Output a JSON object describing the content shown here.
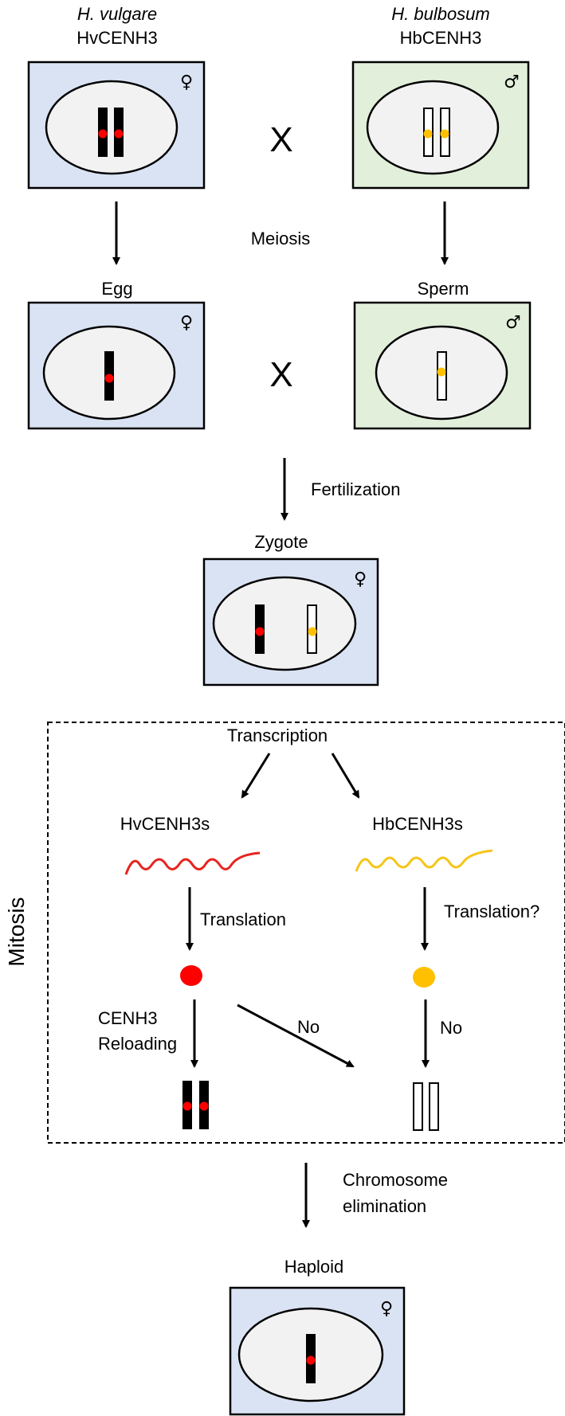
{
  "parents": {
    "left": {
      "species": "H. vulgare",
      "gene": "HvCENH3",
      "sex_symbol": "♀"
    },
    "right": {
      "species": "H. bulbosum",
      "gene": "HbCENH3",
      "sex_symbol": "♂"
    },
    "cross_symbol": "X"
  },
  "meiosis_label": "Meiosis",
  "gametes": {
    "left": {
      "label": "Egg",
      "sex_symbol": "♀"
    },
    "right": {
      "label": "Sperm",
      "sex_symbol": "♂"
    },
    "cross_symbol": "X"
  },
  "fertilization_label": "Fertilization",
  "zygote": {
    "label": "Zygote",
    "sex_symbol": "♀"
  },
  "mitosis_box": {
    "side_label": "Mitosis",
    "transcription_label": "Transcription",
    "left_transcript": "HvCENH3s",
    "right_transcript": "HbCENH3s",
    "left_translation": "Translation",
    "right_translation": "Translation?",
    "reloading_line1": "CENH3",
    "reloading_line2": "Reloading",
    "no_label_diag": "No",
    "no_label_right": "No"
  },
  "elimination_line1": "Chromosome",
  "elimination_line2": "elimination",
  "haploid": {
    "label": "Haploid",
    "sex_symbol": "♀"
  },
  "colors": {
    "female_cell_bg": "#dae3f3",
    "male_cell_bg": "#e2efda",
    "nucleus_fill": "#f2f2f2",
    "hv_centromere": "#ff0000",
    "hb_centromere": "#ffc000",
    "hv_transcript": "#e8231f",
    "hb_transcript": "#f5c518"
  }
}
